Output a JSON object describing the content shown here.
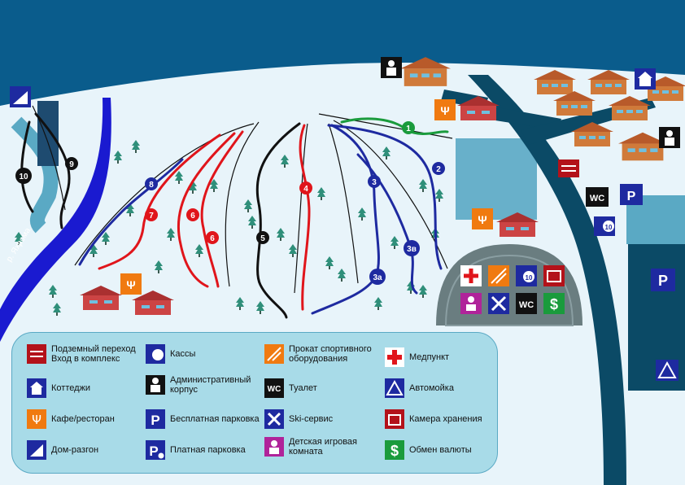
{
  "river": {
    "label": "р. Яхрома"
  },
  "slopes": [
    {
      "number": "1",
      "color": "#1a9b3c"
    },
    {
      "number": "2",
      "color": "#1e2aa0"
    },
    {
      "number": "3",
      "color": "#1e2aa0"
    },
    {
      "number": "3а",
      "color": "#1e2aa0"
    },
    {
      "number": "3в",
      "color": "#1e2aa0"
    },
    {
      "number": "4",
      "color": "#e0151b"
    },
    {
      "number": "5",
      "color": "#111111"
    },
    {
      "number": "6",
      "color": "#e0151b"
    },
    {
      "number": "6",
      "color": "#e0151b"
    },
    {
      "number": "7",
      "color": "#e0151b"
    },
    {
      "number": "8",
      "color": "#1e2aa0"
    },
    {
      "number": "9",
      "color": "#111111"
    },
    {
      "number": "10",
      "color": "#111111"
    }
  ],
  "icon_badges": {
    "wc": "WC",
    "parking": "P",
    "ticket": "10"
  },
  "legend": [
    {
      "icon": "underpass-icon",
      "text": "Подземный переход Вход в комплекс"
    },
    {
      "icon": "ticket-office-icon",
      "text": "Кассы"
    },
    {
      "icon": "ski-rental-icon",
      "text": "Прокат спортивного оборудования"
    },
    {
      "icon": "first-aid-icon",
      "text": "Медпункт"
    },
    {
      "icon": "cottage-icon",
      "text": "Коттеджи"
    },
    {
      "icon": "admin-building-icon",
      "text": "Административный корпус"
    },
    {
      "icon": "wc-icon",
      "text": "Туалет"
    },
    {
      "icon": "car-wash-icon",
      "text": "Автомойка"
    },
    {
      "icon": "cafe-icon",
      "text": "Кафе/ресторан"
    },
    {
      "icon": "free-parking-icon",
      "text": "Бесплатная парковка"
    },
    {
      "icon": "ski-service-icon",
      "text": "Ski-сервис"
    },
    {
      "icon": "storage-icon",
      "text": "Камера хранения"
    },
    {
      "icon": "jump-house-icon",
      "text": "Дом-разгон"
    },
    {
      "icon": "paid-parking-icon",
      "text": "Платная парковка"
    },
    {
      "icon": "kids-room-icon",
      "text": "Детская игровая комната"
    },
    {
      "icon": "currency-exchange-icon",
      "text": "Обмен валюты"
    }
  ],
  "colors": {
    "sky": "#0a5c8c",
    "snow": "#e8f4fa",
    "river": "#1a1ad0",
    "road": "#0b4a66",
    "legend_bg": "#a8dbe8",
    "red_slope": "#e0151b",
    "blue_slope": "#1e2aa0",
    "black_slope": "#111111",
    "green_slope": "#1a9b3c",
    "cafe_orange": "#f07a10",
    "house_brown": "#d07a3a",
    "house_red": "#cc4444"
  }
}
